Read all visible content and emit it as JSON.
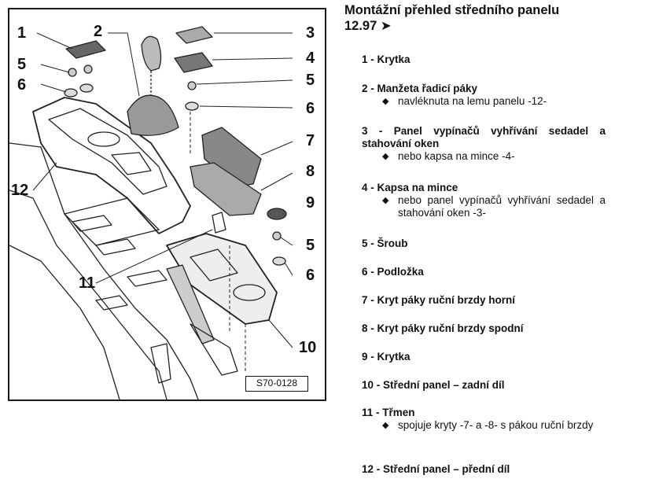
{
  "heading": {
    "line1": "Montážní přehled středního panelu",
    "line2": "12.97 ➤"
  },
  "figure": {
    "code": "S70-0128",
    "callouts": [
      "1",
      "2",
      "3",
      "4",
      "5",
      "5",
      "6",
      "6",
      "7",
      "8",
      "9",
      "5",
      "6",
      "10",
      "11",
      "12"
    ]
  },
  "legend": [
    {
      "label": "1 - Krytka",
      "notes": []
    },
    {
      "label": "2 - Manžeta řadicí páky",
      "notes": [
        "navléknuta na lemu panelu -12-"
      ]
    },
    {
      "label": "3 - Panel vypínačů vyhřívání sedadel a stahování oken",
      "notes": [
        "nebo kapsa na minc​e -4-"
      ]
    },
    {
      "label": "4 - Kapsa na mince",
      "notes": [
        "nebo panel vypínačů vyhřívání sedadel a stahování oken -3-"
      ]
    },
    {
      "label": "5 - Šroub",
      "notes": []
    },
    {
      "label": "6 - Podložka",
      "notes": []
    },
    {
      "label": "7 - Kryt páky ruční brzdy horní",
      "notes": []
    },
    {
      "label": "8 - Kryt páky ruční brzdy spodní",
      "notes": []
    },
    {
      "label": "9 - Krytka",
      "notes": []
    },
    {
      "label": "10 - Střední panel – zadní díl",
      "notes": []
    },
    {
      "label": "11 - Třmen",
      "notes": [
        "spojuje kryty -7- a -8- s pákou ruční brzdy"
      ]
    },
    {
      "label": "12 - Střední panel – přední díl",
      "notes": []
    }
  ]
}
